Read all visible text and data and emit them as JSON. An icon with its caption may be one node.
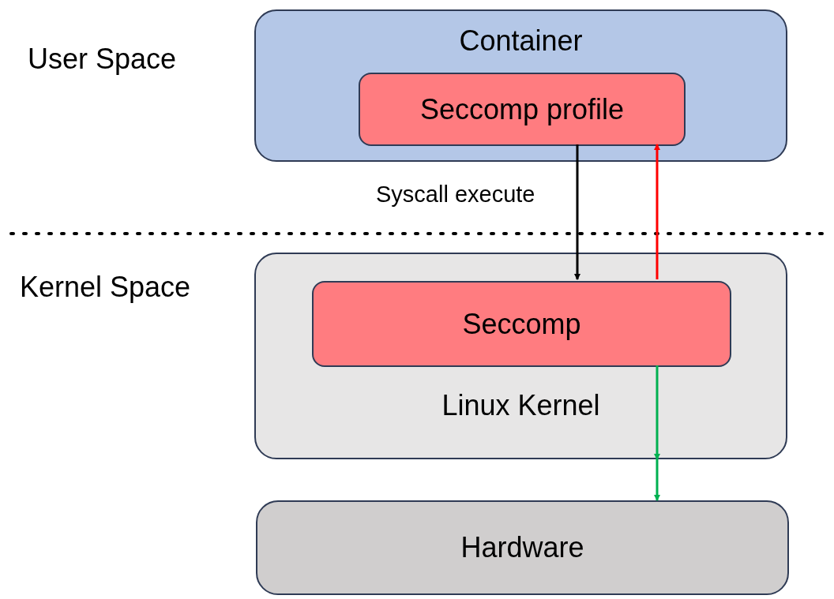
{
  "diagram": {
    "nodes": [
      {
        "text": [
          "Container"
        ]
      },
      {
        "text": [
          "Seccomp profile"
        ],
        "in": 0
      },
      {
        "text": [
          "Linux Kernel"
        ]
      },
      {
        "text": [
          "Seccomp"
        ],
        "in": 2
      },
      {
        "text": [
          "Hardware"
        ]
      }
    ],
    "edges": [
      {
        "from": 1,
        "to": 3,
        "arrow": "to",
        "label": "Syscall execute",
        "color": "#000000"
      },
      {
        "from": 3,
        "to": 1,
        "arrow": "to",
        "color": "#ff0000"
      },
      {
        "from": 3,
        "to": 2,
        "arrow": "to",
        "color": "#00b050"
      },
      {
        "from": 2,
        "to": 4,
        "arrow": "to",
        "color": "#00b050"
      }
    ],
    "labels": [
      "User Space",
      "Kernel Space"
    ]
  }
}
